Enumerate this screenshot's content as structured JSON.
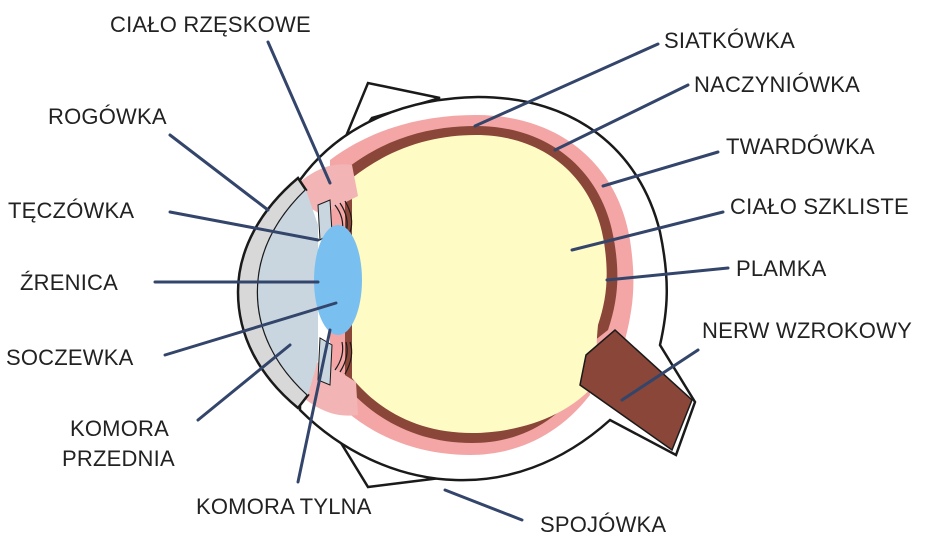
{
  "diagram": {
    "labels": {
      "cialo_rzeskowe": "CIAŁO RZĘSKOWE",
      "rogowka": "ROGÓWKA",
      "teczowka": "TĘCZÓWKA",
      "zrenica": "ŹRENICA",
      "soczewka": "SOCZEWKA",
      "komora_przednia_1": "KOMORA",
      "komora_przednia_2": "PRZEDNIA",
      "komora_tylna": "KOMORA TYLNA",
      "siatkowka": "SIATKÓWKA",
      "naczyniowka": "NACZYNIÓWKA",
      "twardowka": "TWARDÓWKA",
      "cialo_szkliste": "CIAŁO SZKLISTE",
      "plamka": "PLAMKA",
      "nerw_wzrokowy": "NERW WZROKOWY",
      "spojowka": "SPOJÓWKA"
    },
    "colors": {
      "vitreous": "#fffbc4",
      "choroid": "#f4a6a6",
      "retina": "#8a4638",
      "cornea": "#d8d8d8",
      "anterior_chamber": "#c9d6e0",
      "lens": "#79c0f0",
      "ciliary_body": "#f2b4b4",
      "optic_nerve": "#8a4638",
      "leader_lines": "#34456b",
      "outline": "#1a1a1a"
    }
  }
}
